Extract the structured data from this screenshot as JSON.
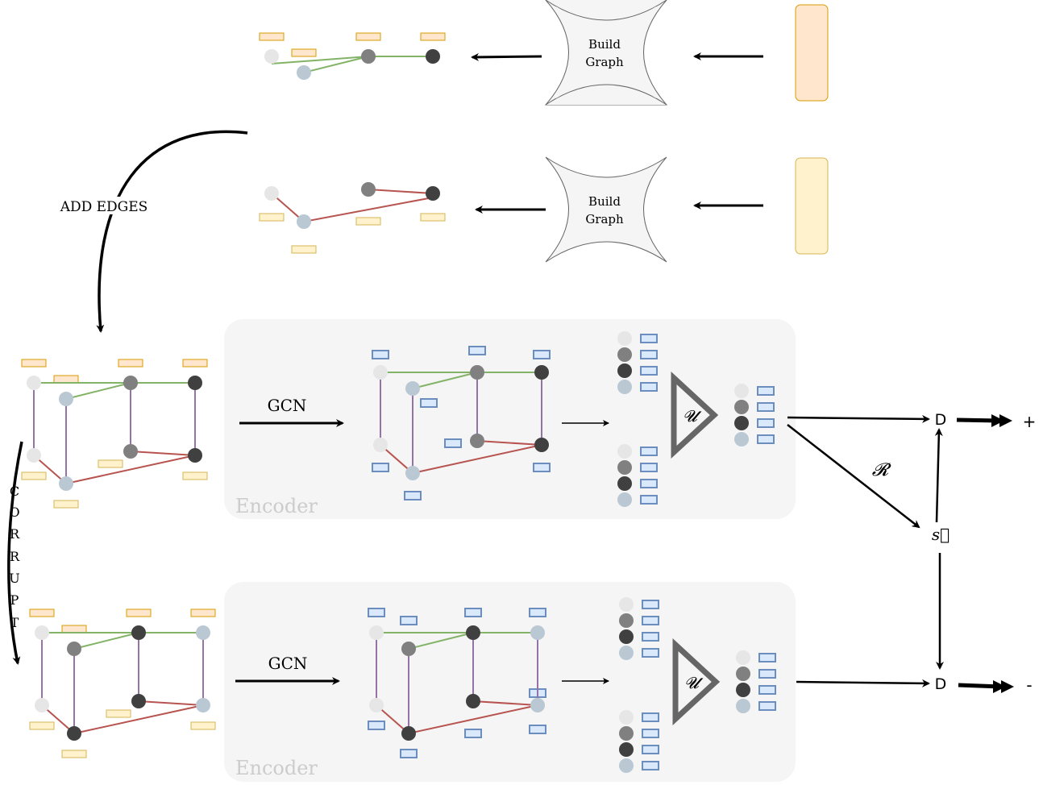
{
  "labels": {
    "build_graph_1": "Build",
    "build_graph_2": "Graph",
    "add_edges": "ADD EDGES",
    "corrupt": [
      "C",
      "O",
      "R",
      "R",
      "U",
      "P",
      "T"
    ],
    "gcn": "GCN",
    "encoder": "Encoder",
    "readout_u": "𝓤",
    "readout_r": "𝓡",
    "summary_s": "s⃗",
    "discriminator": "D",
    "positive": "+",
    "negative": "-"
  },
  "colors": {
    "node_light": "#e6e6e6",
    "node_mid": "#808080",
    "node_dark": "#404040",
    "node_blue": "#bac8d3",
    "edge_green": "#82b366",
    "edge_red": "#b85450",
    "edge_purple": "#9673a6",
    "feat_orange_fill": "#ffe6cc",
    "feat_orange_stroke": "#d79b00",
    "feat_yellow_fill": "#fff2cc",
    "feat_yellow_stroke": "#d6b656",
    "feat_blue_fill": "#dae8fc",
    "feat_blue_stroke": "#6c8ebf",
    "encoder_bg": "#f5f5f5",
    "encoder_text": "#cccccc"
  }
}
